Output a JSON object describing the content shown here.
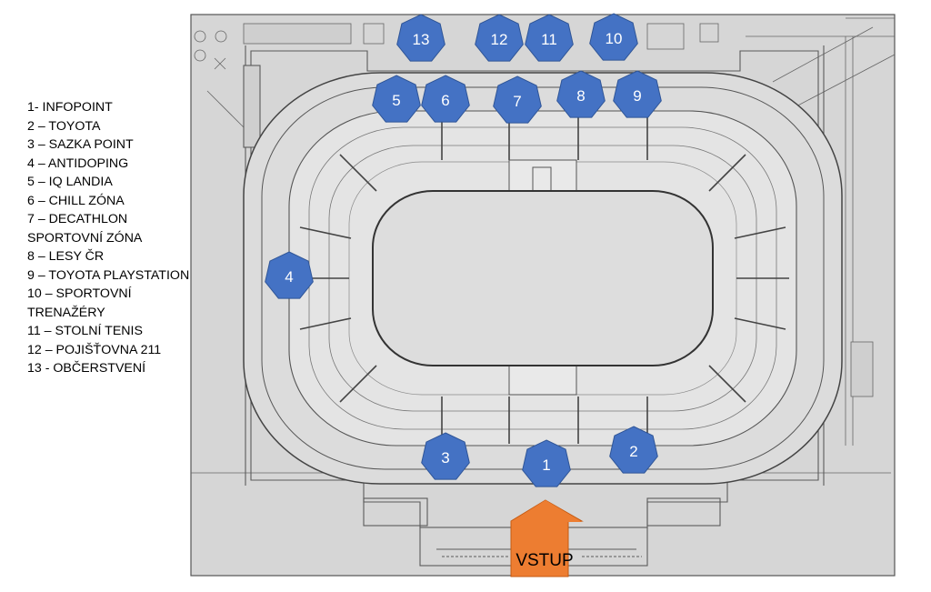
{
  "colors": {
    "marker_fill": "#4472C4",
    "marker_stroke": "#2F5597",
    "entrance_arrow": "#ED7D31",
    "plan_background": "#D6D6D6",
    "plan_lines": "#5A5A5A"
  },
  "legend": [
    {
      "text": "1- INFOPOINT"
    },
    {
      "text": "2 – TOYOTA"
    },
    {
      "text": "3 – SAZKA POINT"
    },
    {
      "text": "4 – ANTIDOPING"
    },
    {
      "text": "5 – IQ LANDIA"
    },
    {
      "text": "6 – CHILL ZÓNA"
    },
    {
      "text": "7 – DECATHLON"
    },
    {
      "text": "SPORTOVNÍ ZÓNA"
    },
    {
      "text": "8 – LESY ČR"
    },
    {
      "text": "9 – TOYOTA PLAYSTATION"
    },
    {
      "text": "10 – SPORTOVNÍ"
    },
    {
      "text": "TRENAŽÉRY"
    },
    {
      "text": "11 – STOLNÍ TENIS"
    },
    {
      "text": "12 – POJIŠŤOVNA 211"
    },
    {
      "text": "13 - OBČERSTVENÍ"
    }
  ],
  "markers": [
    {
      "label": "1"
    },
    {
      "label": "2"
    },
    {
      "label": "3"
    },
    {
      "label": "4"
    },
    {
      "label": "5"
    },
    {
      "label": "6"
    },
    {
      "label": "7"
    },
    {
      "label": "8"
    },
    {
      "label": "9"
    },
    {
      "label": "10"
    },
    {
      "label": "11"
    },
    {
      "label": "12"
    },
    {
      "label": "13"
    }
  ],
  "entrance": {
    "label": "VSTUP"
  }
}
